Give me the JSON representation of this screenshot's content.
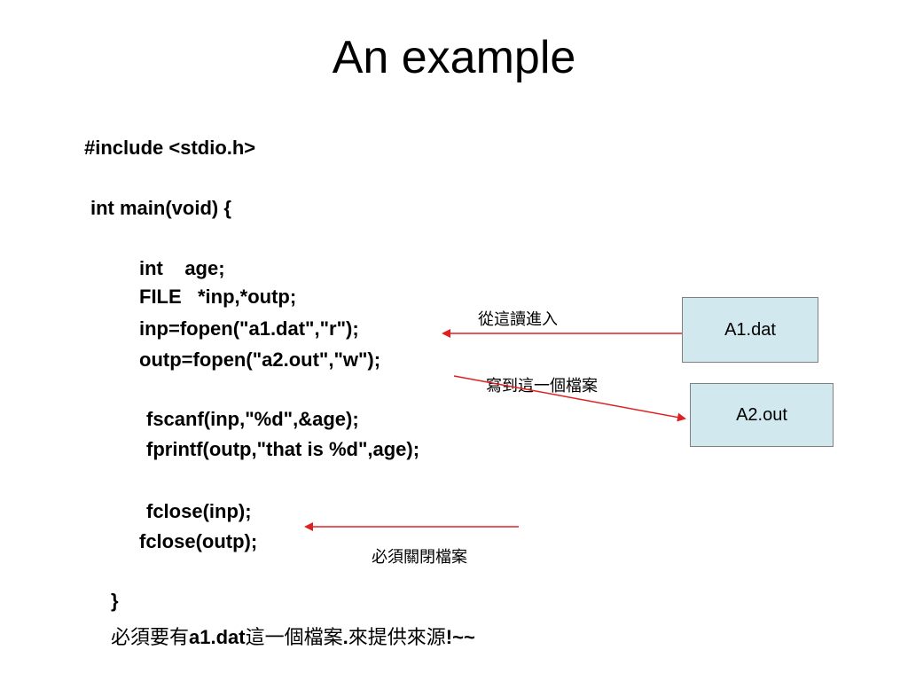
{
  "slide": {
    "title": "An example"
  },
  "code": {
    "include": "#include <stdio.h>",
    "main_decl": "int main(void) {",
    "int_decl": "int    age;",
    "file_decl": "FILE   *inp,*outp;",
    "inp_open": "inp=fopen(\"a1.dat\",\"r\");",
    "outp_open": "outp=fopen(\"a2.out\",\"w\");",
    "fscanf": "fscanf(inp,\"%d\",&age);",
    "fprintf": "fprintf(outp,\"that is %d\",age);",
    "fclose_inp": "fclose(inp);",
    "fclose_outp": "fclose(outp);",
    "closing_brace": "}"
  },
  "boxes": {
    "a1_label": "A1.dat",
    "a2_label": "A2.out"
  },
  "annotations": {
    "enter_from_here": "從這讀進入",
    "write_to_file": "寫到這一個檔案",
    "must_close": "必須關閉檔案"
  },
  "bottom_note": {
    "part1": "必須要有",
    "part2": "a1.dat",
    "part3": "這一個檔案",
    "part4": ".",
    "part5": "來提供來源",
    "part6": "!~~"
  },
  "colors": {
    "arrow": "#e02020",
    "box_fill": "#d1e8ee",
    "box_border": "#808080"
  }
}
